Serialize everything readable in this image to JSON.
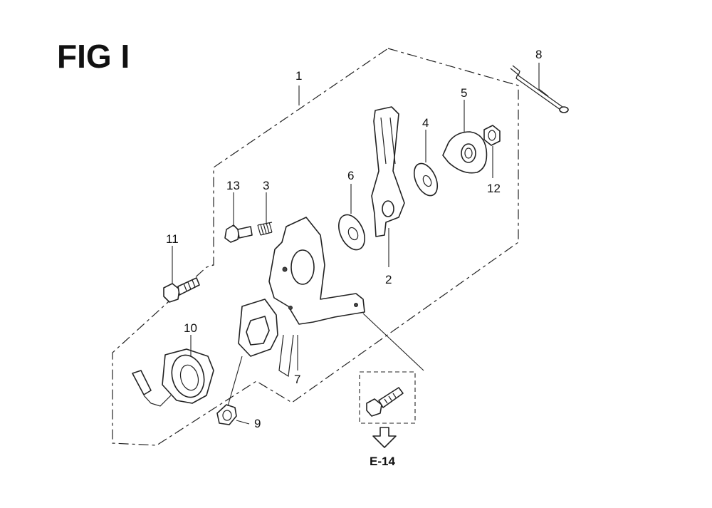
{
  "figure": {
    "title": "FIG I"
  },
  "callouts": {
    "p1": "1",
    "p2": "2",
    "p3": "3",
    "p4": "4",
    "p5": "5",
    "p6": "6",
    "p7": "7",
    "p8": "8",
    "p9": "9",
    "p10": "10",
    "p11": "11",
    "p12": "12",
    "p13": "13"
  },
  "reference": {
    "label": "E-14"
  }
}
